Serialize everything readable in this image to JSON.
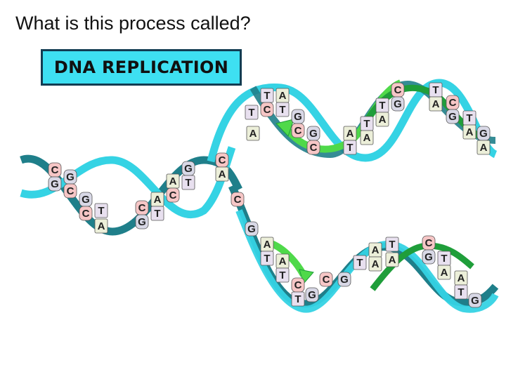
{
  "slide": {
    "question": "What is this process called?",
    "answer": "DNA REPLICATION"
  },
  "diagram": {
    "colors": {
      "strand_dark": "#1f7f8a",
      "strand_light": "#35d3e4",
      "new_strand_green": "#4fd94a",
      "new_strand_dark_green": "#1f9e3a",
      "base_C": "#f6c6c6",
      "base_G": "#d8d8e6",
      "base_A": "#ecefd9",
      "base_T": "#e8e0ef"
    },
    "bases": [
      "C",
      "G",
      "G",
      "C",
      "G",
      "C",
      "T",
      "A",
      "C",
      "G",
      "A",
      "T",
      "A",
      "C",
      "G",
      "T",
      "C",
      "A",
      "T",
      "A",
      "T",
      "C",
      "A",
      "T",
      "G",
      "C",
      "G",
      "C",
      "A",
      "T",
      "T",
      "A",
      "T",
      "A",
      "C",
      "G",
      "T",
      "A",
      "C",
      "G",
      "T",
      "A",
      "G",
      "A",
      "C",
      "G",
      "A",
      "T",
      "A",
      "T",
      "C",
      "T",
      "G",
      "C",
      "G",
      "T",
      "A",
      "A",
      "T",
      "A",
      "C",
      "G",
      "T",
      "A",
      "A",
      "T",
      "G"
    ],
    "icons": [
      "arrow-icon",
      "arrow-icon"
    ]
  }
}
